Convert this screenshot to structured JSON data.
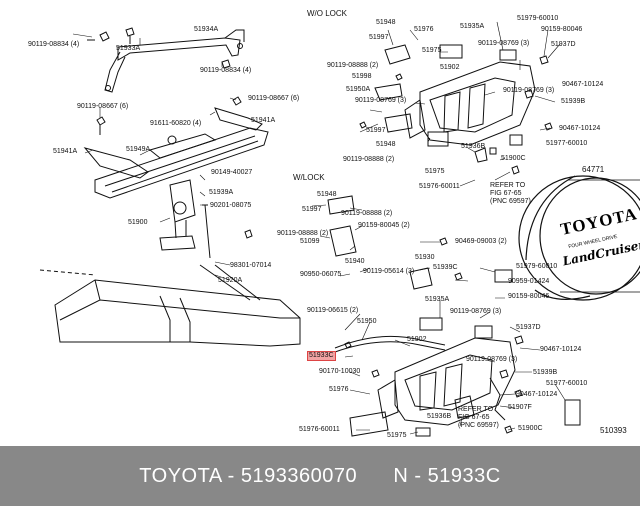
{
  "headers": {
    "wo_lock": "W/O LOCK",
    "w_lock": "W/LOCK"
  },
  "diagram_number": "510393",
  "emblem": {
    "brand": "TOYOTA",
    "line1": "FOUR WHEEL DRIVE",
    "script": "LandCruiser"
  },
  "labels": {
    "l01": "51934A",
    "l02": "90119-08834 (4)",
    "l03": "51933A",
    "l04": "90119-08834 (4)",
    "l05": "90119-08667 (6)",
    "l06": "90119-08667 (6)",
    "l07": "91611-60820 (4)",
    "l08": "51941A",
    "l09": "51941A",
    "l10": "51949A",
    "l11": "90149-40027",
    "l12": "51939A",
    "l13": "90201-08075",
    "l14": "51900",
    "l15": "98301-07014",
    "l16": "51920A",
    "l17": "51948",
    "l18": "51976",
    "l19": "51935A",
    "l20": "51979-60010",
    "l21": "51997",
    "l22": "90159-80046",
    "l23": "51975",
    "l24": "90119-08769 (3)",
    "l25": "90119-08888 (2)",
    "l26": "51937D",
    "l27": "51902",
    "l28": "51998",
    "l29": "90467-10124",
    "l30": "51950A",
    "l31": "90119-08769 (3)",
    "l32": "90119-08769 (3)",
    "l33": "51939B",
    "l34": "51997",
    "l35": "90467-10124",
    "l36": "51948",
    "l37": "51977-60010",
    "l38": "90119-08888 (2)",
    "l39": "51936B",
    "l40": "51975",
    "l41": "51900C",
    "l42": "64771",
    "l43": "51976-60011",
    "l44": "REFER TO",
    "l45": "FIG 67-65",
    "l46": "(PNC 69597)",
    "l47": "51997",
    "l48": "51948",
    "l49": "90119-08888 (2)",
    "l50": "90119-08888 (2)",
    "l51": "51099",
    "l52": "90159-80045 (2)",
    "l53": "90469-09003 (2)",
    "l54": "51930",
    "l55": "51940",
    "l56": "90119-05614 (3)",
    "l57": "51939C",
    "l58": "51979-60010",
    "l59": "90950-06075",
    "l60": "90959-01424",
    "l61": "51935A",
    "l62": "90159-80046",
    "l63": "90119-06615 (2)",
    "l64": "51950",
    "l65": "90119-08769 (3)",
    "l66": "51937D",
    "l67": "51902",
    "l68": "90467-10124",
    "l69": "51933C",
    "l70": "90119-08769 (3)",
    "l71": "90170-10030",
    "l72": "51939B",
    "l73": "90467-10124",
    "l74": "51976",
    "l75": "51977-60010",
    "l76": "51907F",
    "l77": "REFER TO",
    "l78": "FIG 67-65",
    "l79": "(PNC 69597)",
    "l80": "51936B",
    "l81": "51976-60011",
    "l82": "51975",
    "l83": "51900C"
  },
  "caption": "TOYOTA - 5193360070      N - 51933C"
}
